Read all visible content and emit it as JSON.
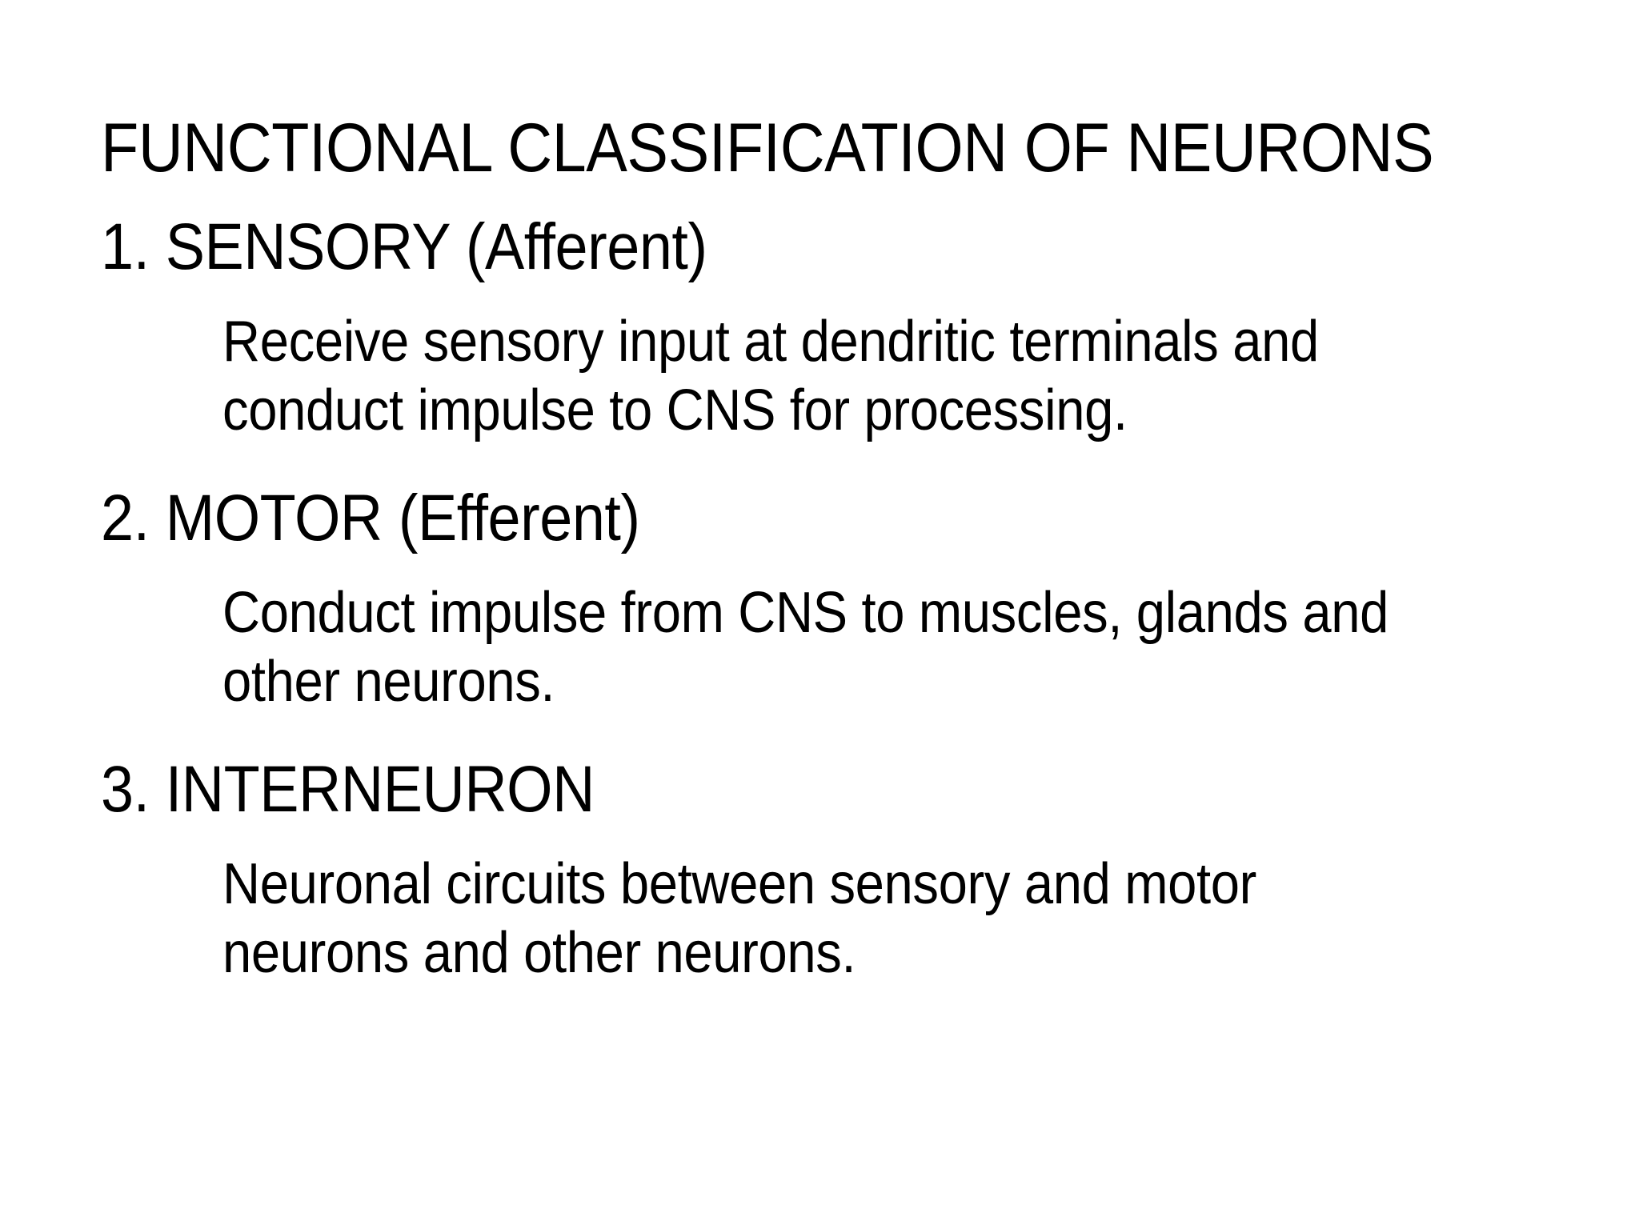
{
  "slide": {
    "title": "FUNCTIONAL CLASSIFICATION OF NEURONS",
    "background_color": "#FFFFFF",
    "text_color": "#000000",
    "sections": [
      {
        "heading": "1. SENSORY (Afferent)",
        "body": "Receive sensory input at dendritic terminals and conduct impulse to CNS for processing."
      },
      {
        "heading": "2. MOTOR (Efferent)",
        "body": "Conduct impulse from CNS to muscles, glands and other neurons."
      },
      {
        "heading": "3. INTERNEURON",
        "body": "Neuronal circuits between sensory and motor neurons and other neurons."
      }
    ]
  }
}
